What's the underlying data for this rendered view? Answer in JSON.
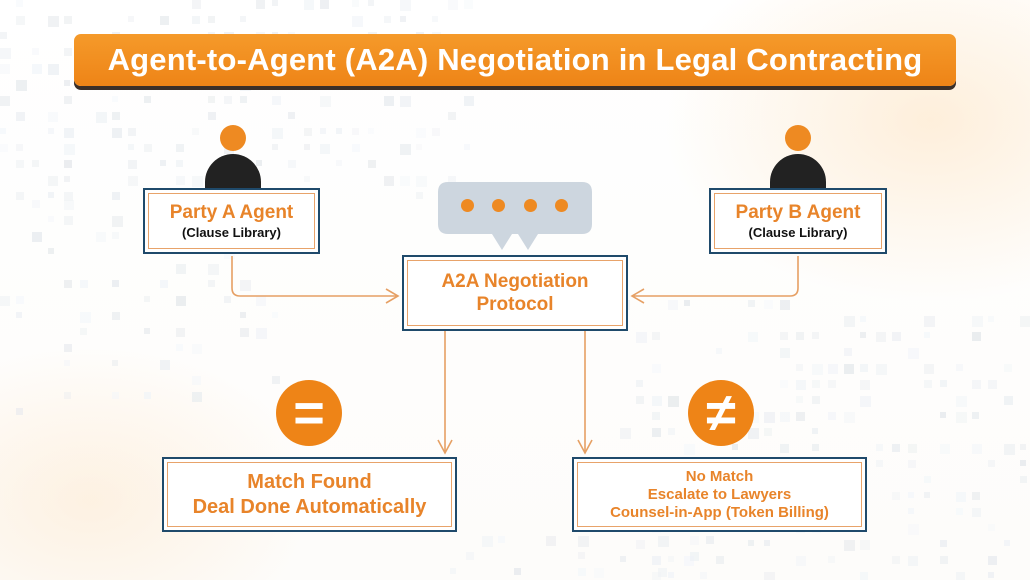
{
  "title": "Agent-to-Agent (A2A) Negotiation in Legal Contracting",
  "party_a": {
    "name": "Party A Agent",
    "sub": "(Clause Library)"
  },
  "party_b": {
    "name": "Party B Agent",
    "sub": "(Clause Library)"
  },
  "protocol": {
    "line1": "A2A Negotiation",
    "line2": "Protocol"
  },
  "match": {
    "symbol": "=",
    "line1": "Match Found",
    "line2": "Deal Done Automatically"
  },
  "no_match": {
    "symbol": "≠",
    "line1": "No Match",
    "line2": "Escalate to Lawyers",
    "line3": "Counsel-in-App (Token Billing)"
  },
  "colors": {
    "accent": "#ee8417",
    "border_dark": "#1f4a6b",
    "connector": "#e6a064",
    "text_dark": "#111111"
  }
}
